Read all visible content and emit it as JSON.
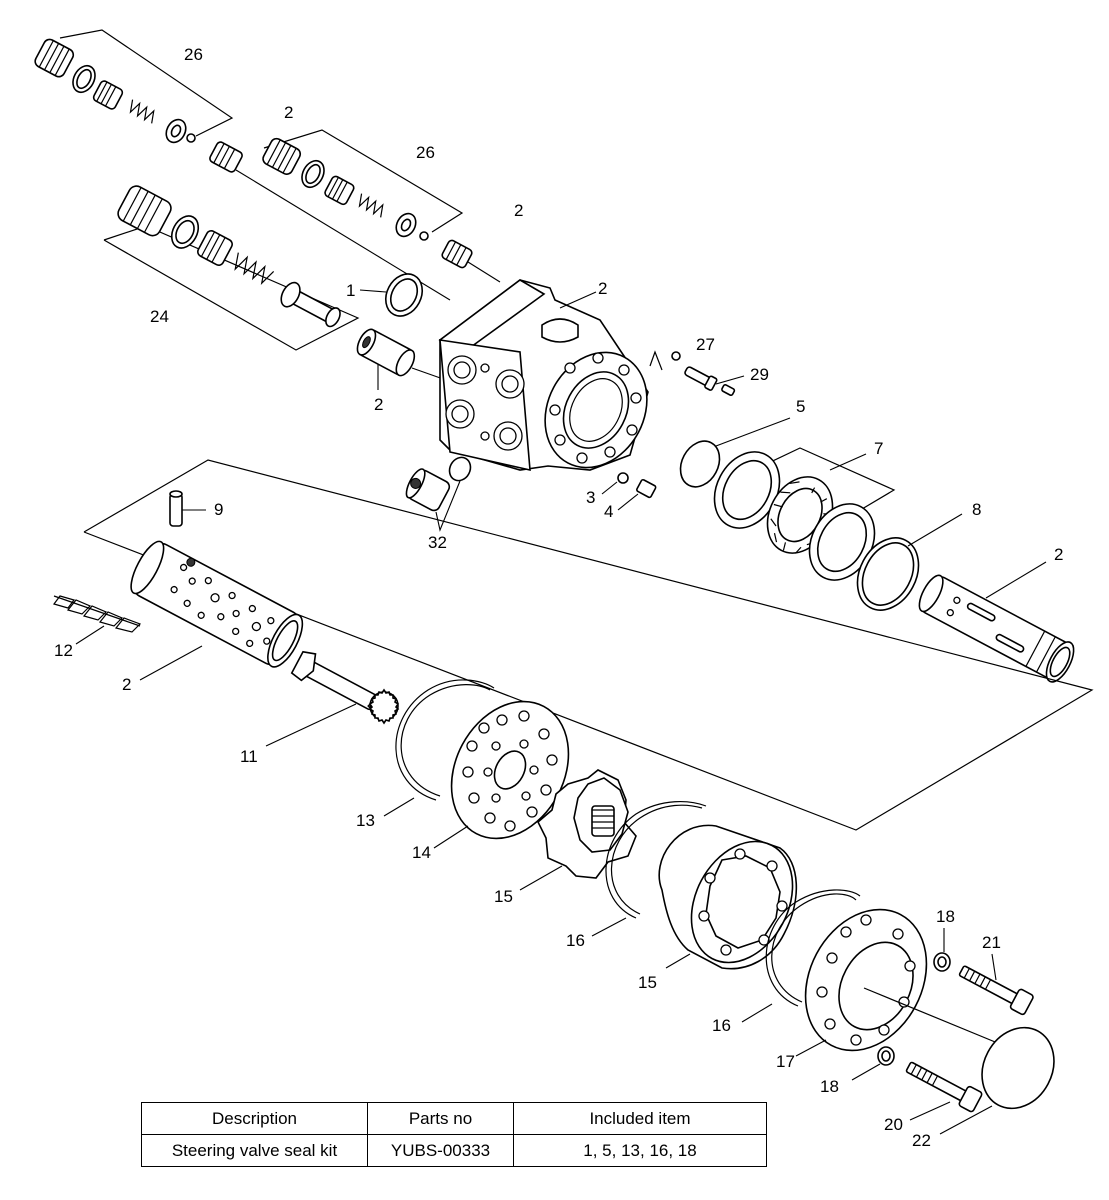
{
  "callouts": {
    "c1": "1",
    "c2a": "2",
    "c2b": "2",
    "c2c": "2",
    "c2d": "2",
    "c2e": "2",
    "c2f": "2",
    "c3": "3",
    "c4": "4",
    "c5": "5",
    "c7": "7",
    "c8": "8",
    "c9": "9",
    "c11": "11",
    "c12": "12",
    "c13": "13",
    "c14": "14",
    "c15a": "15",
    "c15b": "15",
    "c16a": "16",
    "c16b": "16",
    "c17": "17",
    "c18a": "18",
    "c18b": "18",
    "c20": "20",
    "c21": "21",
    "c22": "22",
    "c24": "24",
    "c26a": "26",
    "c26b": "26",
    "c27": "27",
    "c29": "29",
    "c32": "32"
  },
  "table": {
    "headers": [
      "Description",
      "Parts no",
      "Included item"
    ],
    "rows": [
      [
        "Steering valve seal kit",
        "YUBS-00333",
        "1, 5, 13, 16, 18"
      ]
    ]
  }
}
